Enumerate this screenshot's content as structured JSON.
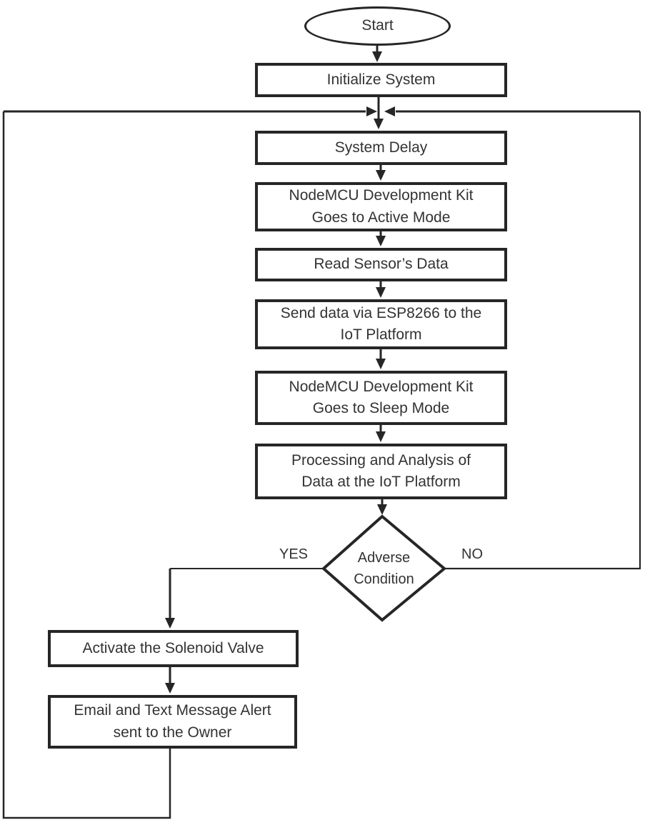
{
  "flowchart": {
    "nodes": {
      "start": {
        "label": "Start",
        "type": "terminator"
      },
      "initialize_system": {
        "label": "Initialize System",
        "type": "process"
      },
      "system_delay": {
        "label": "System Delay",
        "type": "process"
      },
      "active_mode": {
        "label": "NodeMCU Development Kit\nGoes to Active Mode",
        "type": "process"
      },
      "read_sensor_data": {
        "label": "Read Sensor’s Data",
        "type": "process"
      },
      "send_data": {
        "label": "Send data via ESP8266 to the\nIoT Platform",
        "type": "process"
      },
      "sleep_mode": {
        "label": "NodeMCU Development Kit\nGoes to Sleep Mode",
        "type": "process"
      },
      "processing": {
        "label": "Processing and Analysis of\nData at the IoT Platform",
        "type": "process"
      },
      "adverse_condition": {
        "label": "Adverse\nCondition",
        "type": "decision"
      },
      "activate_valve": {
        "label": "Activate the Solenoid Valve",
        "type": "process"
      },
      "email_alert": {
        "label": "Email and Text Message Alert\nsent to the Owner",
        "type": "process"
      }
    },
    "edge_labels": {
      "yes": "YES",
      "no": "NO"
    },
    "colors": {
      "line": "#262626",
      "text": "#333333",
      "background": "#ffffff"
    }
  }
}
